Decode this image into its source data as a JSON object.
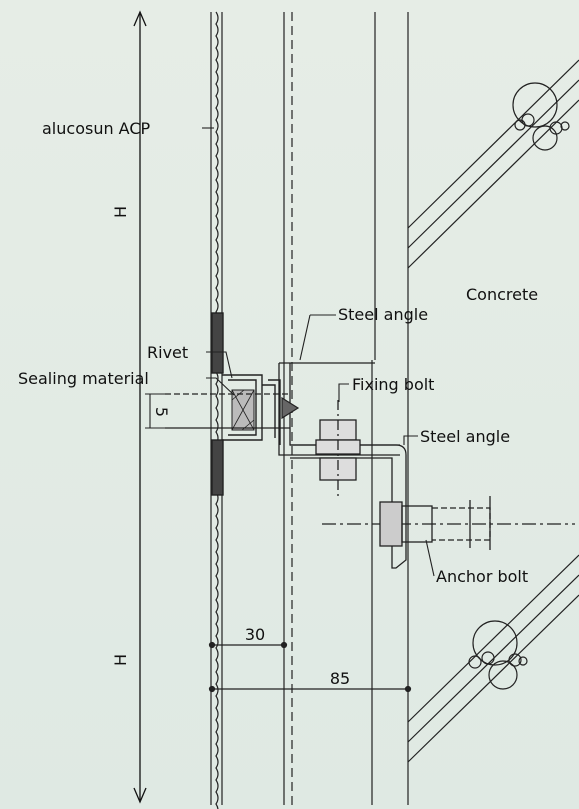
{
  "labels": {
    "acp": "alucosun ACP",
    "rivet": "Rivet",
    "sealing": "Sealing material",
    "steel_angle_top": "Steel angle",
    "concrete": "Concrete",
    "fixing_bolt": "Fixing bolt",
    "steel_angle_right": "Steel angle",
    "anchor_bolt": "Anchor bolt"
  },
  "dimensions": {
    "h_top": "H",
    "h_bottom": "H",
    "gap": "5",
    "d30": "30",
    "d85": "85"
  },
  "colors": {
    "line": "#111111",
    "background": "#e6ede6"
  }
}
